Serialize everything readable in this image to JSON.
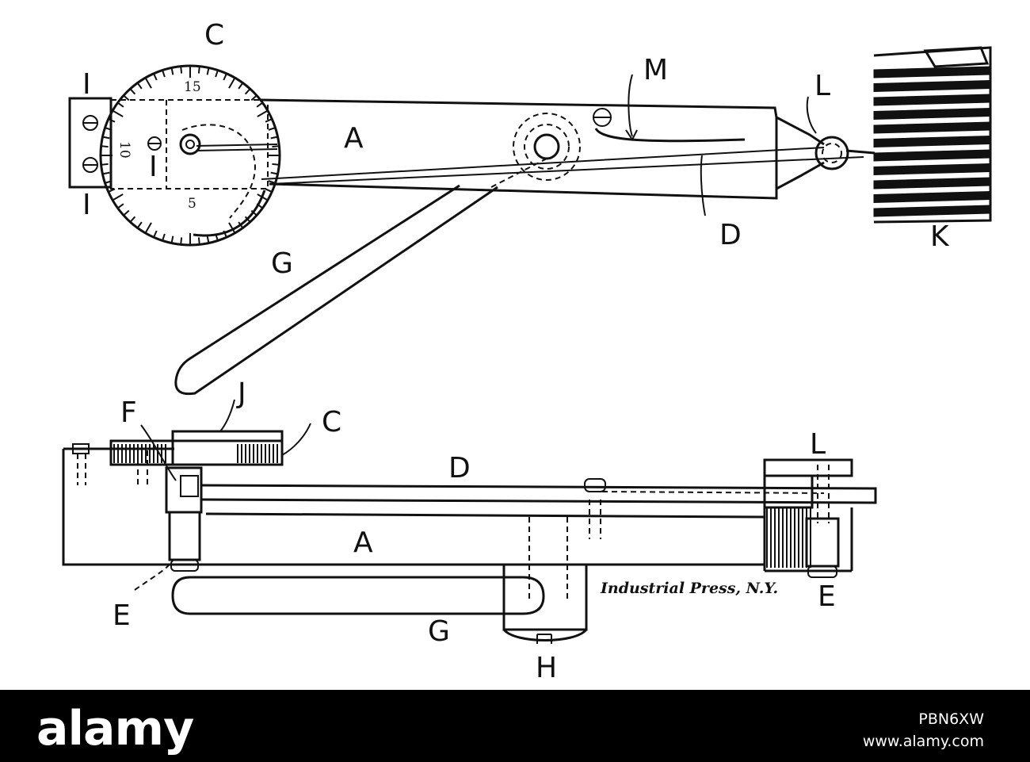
{
  "figure": {
    "labels": {
      "A_top": "A",
      "A_bottom": "A",
      "C_top": "C",
      "C_bottom": "C",
      "D_top": "D",
      "D_bottom": "D",
      "E_left": "E",
      "E_right": "E",
      "F": "F",
      "G_top": "G",
      "G_bottom": "G",
      "H": "H",
      "I_top": "I",
      "I_mid": "I",
      "I_bottom": "I",
      "J": "J",
      "K": "K",
      "L_top": "L",
      "L_bottom": "L",
      "M": "M"
    },
    "dial_numbers": [
      "15",
      "10",
      "5"
    ],
    "credit": "Industrial Press, N.Y."
  },
  "footer": {
    "brand": "alamy",
    "stock_id": "PBN6XW",
    "url": "www.alamy.com"
  }
}
